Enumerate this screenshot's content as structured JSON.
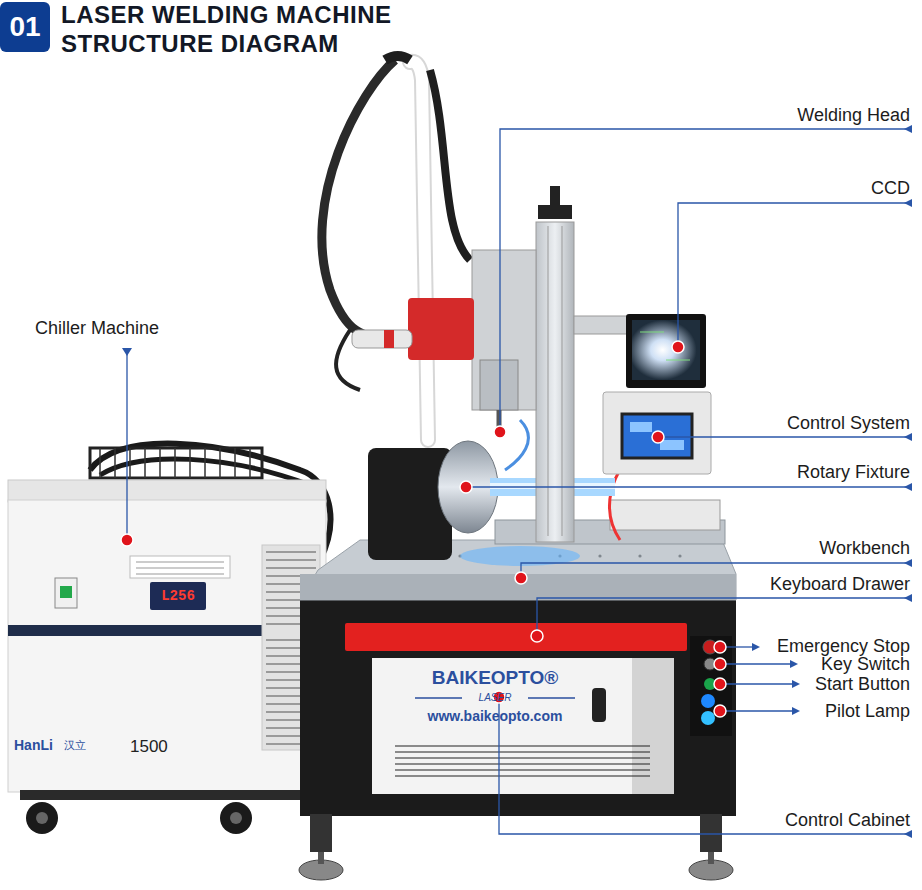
{
  "diagram": {
    "title": "LASER WELDING MACHINE STRUCTURE DIAGRAM",
    "nodes": [
      {
        "text": [
          "01"
        ]
      }
    ],
    "labels": [
      "Welding Head",
      "CCD",
      "Chiller Machine",
      "Control System",
      "Rotary Fixture",
      "Workbench",
      "Keyboard Drawer",
      "Emergency Stop",
      "Key Switch",
      "Start Button",
      "Pilot Lamp",
      "L256",
      "BAIKEOPTO®",
      "LASER",
      "www.baikeopto.com",
      "HanLi",
      "汉立",
      "1500",
      "Control Cabinet"
    ]
  }
}
